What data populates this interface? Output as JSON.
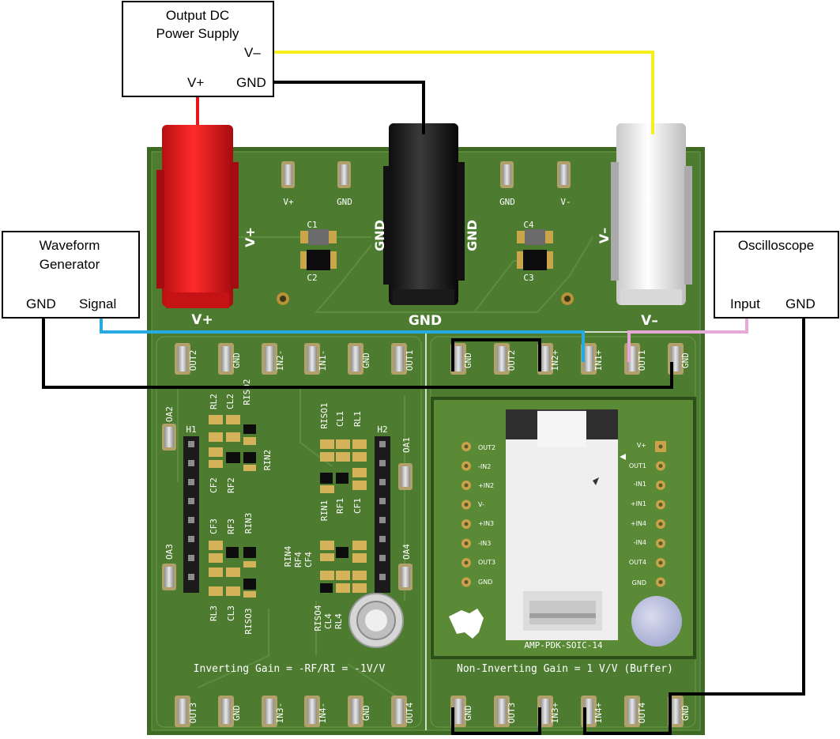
{
  "boxes": {
    "power": {
      "title_1": "Output DC",
      "title_2": "Power Supply",
      "vminus": "V–",
      "vplus": "V+",
      "gnd": "GND"
    },
    "waveform": {
      "title_1": "Waveform",
      "title_2": "Generator",
      "gnd": "GND",
      "signal": "Signal"
    },
    "scope": {
      "title": "Oscilloscope",
      "input": "Input",
      "gnd": "GND"
    }
  },
  "board": {
    "jack_vplus": "V+",
    "jack_gnd": "GND",
    "jack_vminus": "V–",
    "bottom_vplus": "V+",
    "bottom_gnd": "GND",
    "bottom_vminus": "V–",
    "pads_top": [
      "V+",
      "GND",
      "GND",
      "V-"
    ],
    "caps": [
      "C1",
      "C2",
      "C4",
      "C3"
    ],
    "inv_top_pins": [
      "OUT2",
      "GND",
      "IN2-",
      "IN1-",
      "GND",
      "OUT1"
    ],
    "noninv_top_pins": [
      "GND",
      "OUT2",
      "IN2+",
      "IN1+",
      "OUT1",
      "GND"
    ],
    "inv_bottom_pins": [
      "OUT3",
      "GND",
      "IN3-",
      "IN4-",
      "GND",
      "OUT4"
    ],
    "noninv_bottom_pins": [
      "GND",
      "OUT3",
      "IN3+",
      "IN4+",
      "OUT4",
      "GND"
    ],
    "oa": [
      "OA2",
      "OA3",
      "OA1",
      "OA4"
    ],
    "headers": [
      "H1",
      "H2"
    ],
    "comp_upper_left": [
      "RL2",
      "CL2",
      "RISO2"
    ],
    "comp_rin2": "RIN2",
    "comp_cf2": [
      "CF2",
      "RF2"
    ],
    "comp_upper_mid": [
      "RISO1",
      "CL1",
      "RL1"
    ],
    "comp_mid_mid": [
      "RIN1",
      "RF1",
      "CF1"
    ],
    "comp_lower_left_top": [
      "CF3",
      "RF3",
      "RIN3"
    ],
    "comp_lower_left_bot": [
      "RL3",
      "CL3",
      "RISO3"
    ],
    "comp_lower_mid_top": [
      "RIN4",
      "RF4",
      "CF4"
    ],
    "comp_lower_mid_bot": [
      "RISO4",
      "CL4",
      "RL4"
    ],
    "inv_gain": "Inverting Gain = -RF/RI = -1V/V",
    "noninv_gain": "Non-Inverting Gain = 1 V/V (Buffer)",
    "module_name": "AMP-PDK-SOIC-14",
    "module_left_pins": [
      "OUT2",
      "-IN2",
      "+IN2",
      "V-",
      "+IN3",
      "-IN3",
      "OUT3",
      "GND"
    ],
    "module_right_pins": [
      "V+",
      "OUT1",
      "-IN1",
      "+IN1",
      "+IN4",
      "-IN4",
      "OUT4",
      "GND"
    ]
  },
  "colors": {
    "board": "#4a7a2e",
    "board_dark": "#3b6424",
    "wire_red": "#e4161a",
    "wire_black": "#000000",
    "wire_yellow": "#f5ef1c",
    "wire_blue": "#27a9e1",
    "wire_pink": "#e6a8d7",
    "pad_gold": "#c9a24a"
  }
}
